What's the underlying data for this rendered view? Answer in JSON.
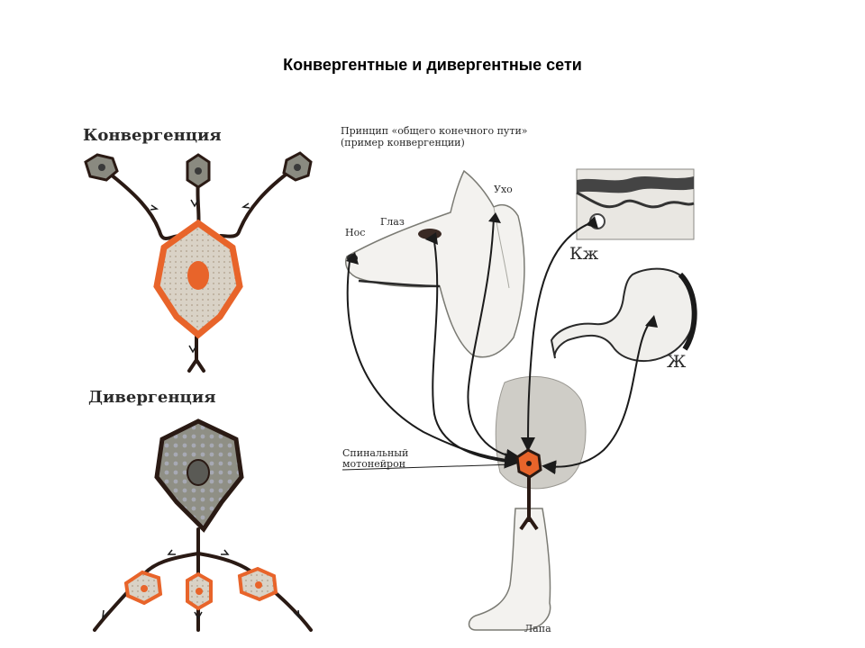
{
  "title": "Конвергентные и дивергентные сети",
  "left_panel": {
    "convergence_label": "Конвергенция",
    "divergence_label": "Дивергенция"
  },
  "right_panel": {
    "caption_line1": "Принцип «общего конечного пути»",
    "caption_line2": "(пример конвергенции)",
    "labels": {
      "nose": "Нос",
      "eye": "Глаз",
      "ear": "Ухо",
      "skin": "Кж",
      "stomach": "Ж",
      "motoneuron_line1": "Спинальный",
      "motoneuron_line2": "мотонейрон",
      "paw": "Лапа"
    }
  },
  "colors": {
    "neuron_orange": "#e8642a",
    "neuron_gray": "#8a8a80",
    "axon_dark": "#2a1a14"
  }
}
